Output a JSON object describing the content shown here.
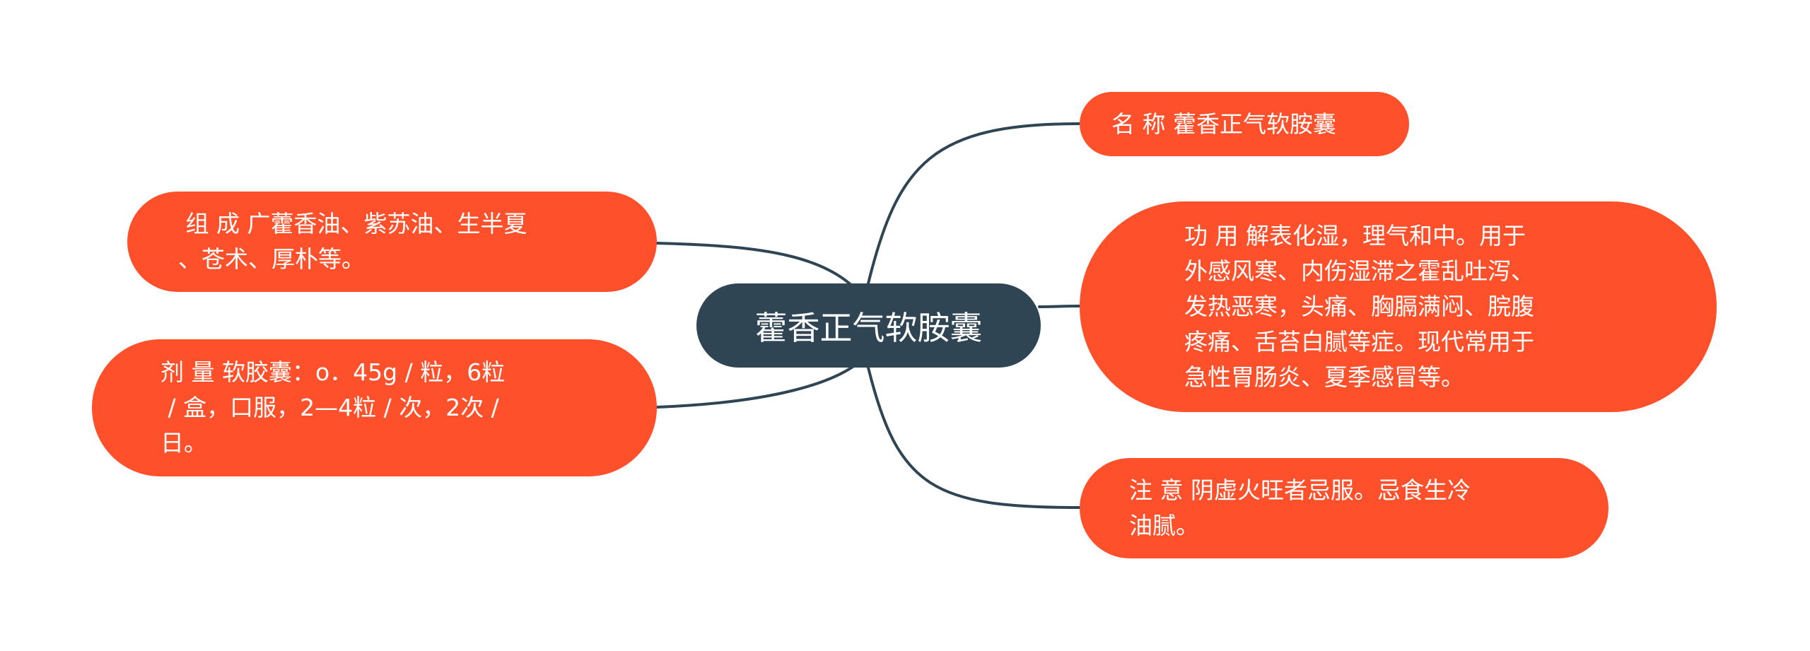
{
  "central": {
    "label": "藿香正气软胺囊"
  },
  "branches": {
    "name": "名 称 藿香正气软胺囊",
    "function": "功 用 解表化湿，理气和中。用于\n外感风寒、内伤湿滞之霍乱吐泻、\n发热恶寒，头痛、胸膈满闷、脘腹\n疼痛、舌苔白腻等症。现代常用于\n急性胃肠炎、夏季感冒等。",
    "caution": "注 意 阴虚火旺者忌服。忌食生冷\n油腻。",
    "composition": " 组 成 广藿香油、紫苏油、生半夏\n、苍术、厚朴等。",
    "dosage": "剂 量 软胶囊：o．45g / 粒，6粒\n / 盒，口服，2—4粒 / 次，2次 / \n日。"
  },
  "colors": {
    "central_fill": "#2f4554",
    "branch_fill": "#fe512b",
    "connector": "#2f4554",
    "text": "#ffffff"
  }
}
